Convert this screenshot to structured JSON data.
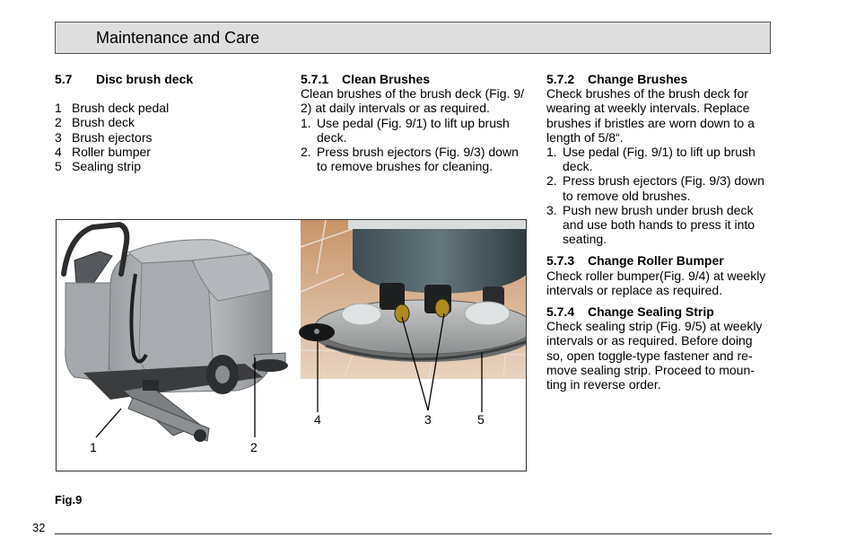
{
  "header": {
    "title": "Maintenance and Care"
  },
  "col1": {
    "num": "5.7",
    "heading": "Disc brush deck",
    "parts": [
      {
        "n": "1",
        "label": "Brush deck pedal"
      },
      {
        "n": "2",
        "label": "Brush deck"
      },
      {
        "n": "3",
        "label": "Brush ejectors"
      },
      {
        "n": "4",
        "label": "Roller bumper"
      },
      {
        "n": "5",
        "label": "Sealing strip"
      }
    ]
  },
  "col2": {
    "num": "5.7.1",
    "heading": "Clean Brushes",
    "intro_lines": [
      "Clean brushes of the brush deck (Fig. 9/",
      "2) at daily intervals or as required."
    ],
    "steps": [
      {
        "n": "1.",
        "lines": [
          "Use pedal (Fig. 9/1) to lift up brush",
          "deck."
        ]
      },
      {
        "n": "2.",
        "lines": [
          "Press brush ejectors (Fig. 9/3) down",
          "to remove brushes for cleaning."
        ]
      }
    ]
  },
  "col3": {
    "s1": {
      "num": "5.7.2",
      "heading": "Change Brushes",
      "intro_lines": [
        "Check brushes of the brush deck for",
        "wearing at weekly intervals. Replace",
        "brushes if bristles are worn down to a",
        "length of 5/8“."
      ],
      "steps": [
        {
          "n": "1.",
          "lines": [
            "Use pedal (Fig. 9/1) to lift up brush",
            "deck."
          ]
        },
        {
          "n": "2.",
          "lines": [
            "Press brush ejectors (Fig. 9/3) down",
            "to remove old brushes."
          ]
        },
        {
          "n": "3.",
          "lines": [
            "Push new brush under brush deck",
            "and use both hands to press it into",
            "seating."
          ]
        }
      ]
    },
    "s2": {
      "num": "5.7.3",
      "heading": "Change Roller Bumper",
      "lines": [
        "Check roller bumper(Fig. 9/4) at weekly",
        "intervals or replace as required."
      ]
    },
    "s3": {
      "num": "5.7.4",
      "heading": "Change Sealing Strip",
      "lines": [
        "Check sealing strip (Fig. 9/5) at weekly",
        "intervals or as required. Before doing",
        "so, open toggle-type fastener and re-",
        "move sealing strip. Proceed to moun-",
        "ting in reverse order."
      ]
    }
  },
  "figure": {
    "callouts": [
      "1",
      "2",
      "4",
      "3",
      "5"
    ],
    "caption": "Fig.9"
  },
  "footer": {
    "page": "32"
  }
}
